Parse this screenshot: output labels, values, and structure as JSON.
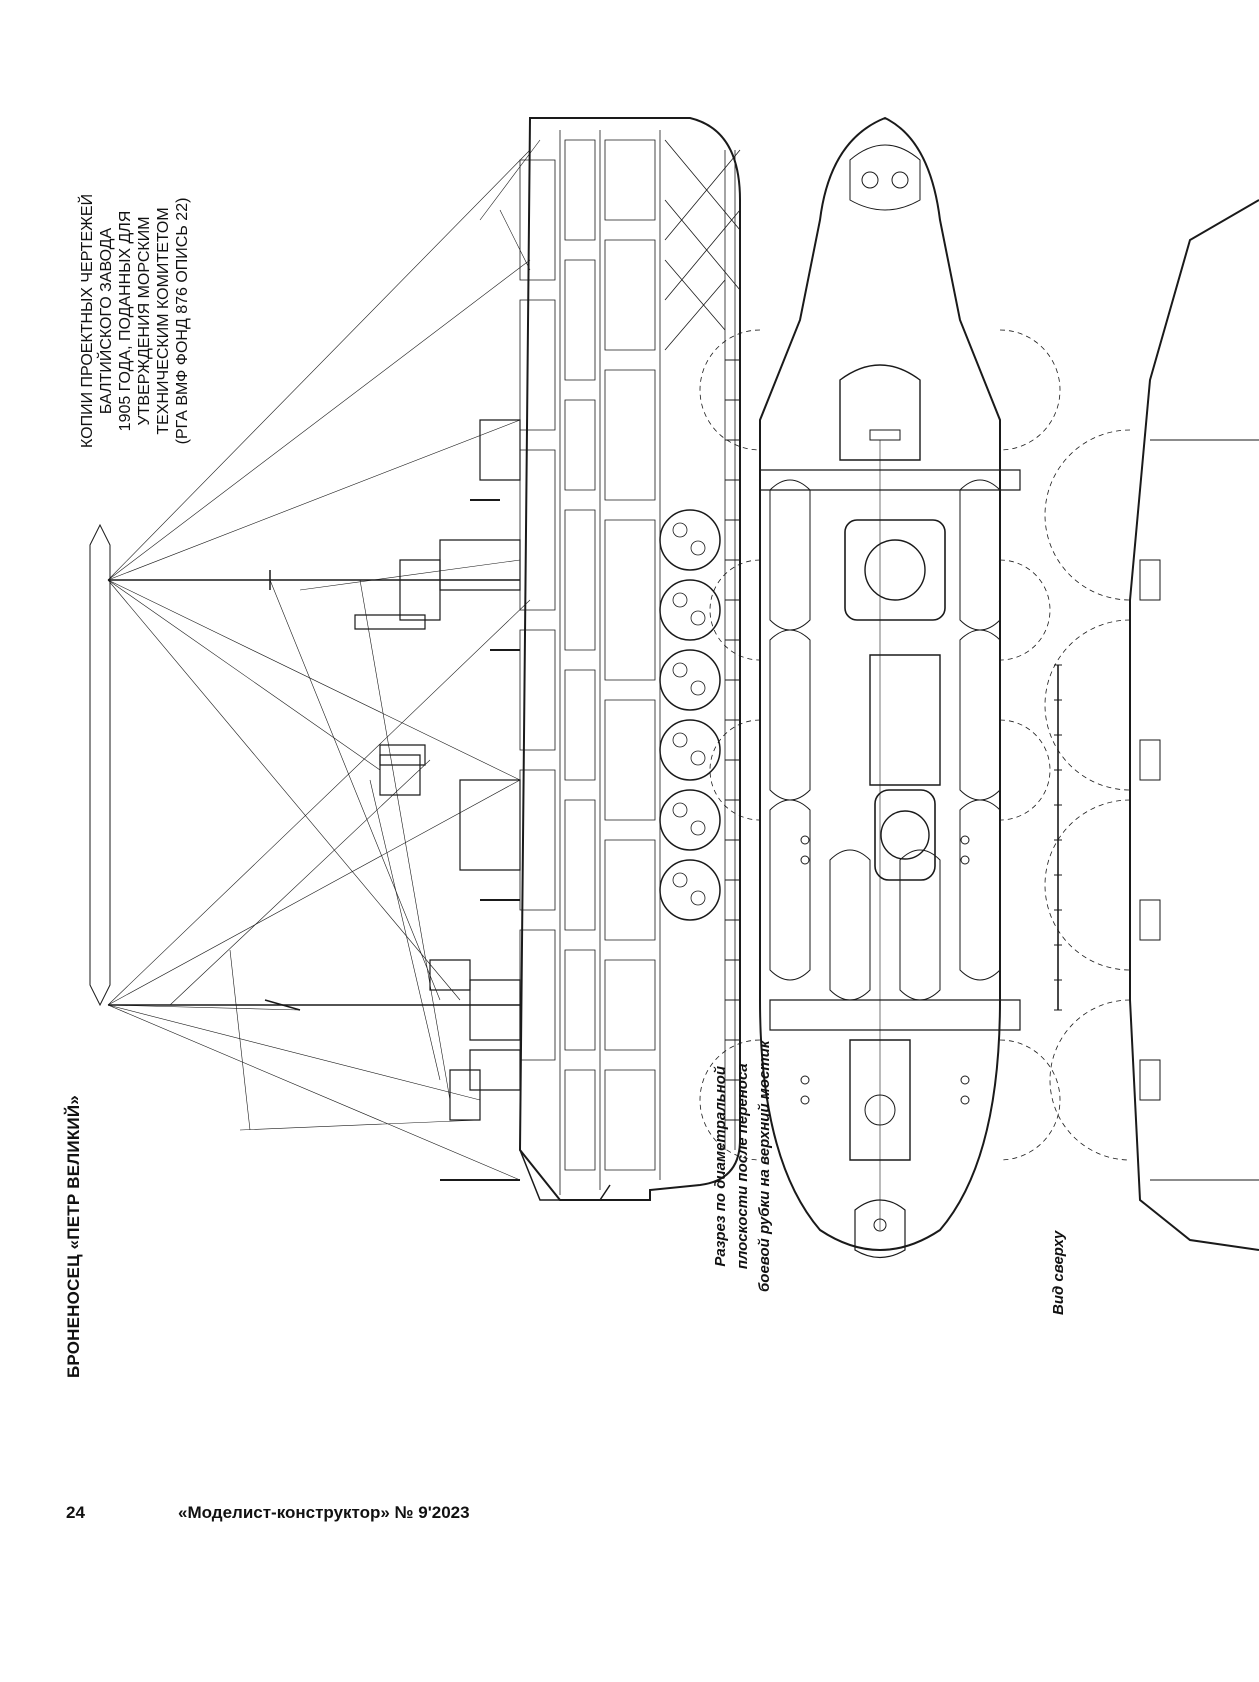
{
  "header": {
    "ship_title": "БРОНЕНОСЕЦ «ПЕТР ВЕЛИКИЙ»",
    "source_note_lines": [
      "КОПИИ ПРОЕКТНЫХ ЧЕРТЕЖЕЙ",
      "БАЛТИЙСКОГО ЗАВОДА",
      "1905 ГОДА, ПОДАННЫХ ДЛЯ",
      "УТВЕРЖДЕНИЯ МОРСКИМ",
      "ТЕХНИЧЕСКИМ КОМИТЕТОМ",
      "(РГА ВМФ ФОНД 876 ОПИСЬ 22)"
    ]
  },
  "figures": {
    "section_caption_lines": [
      "Разрез по диаметральной",
      "плоскости после переноса",
      "боевой рубки на верхний мостик"
    ],
    "top_view_caption": "Вид сверху"
  },
  "footer": {
    "page_number": "24",
    "magazine_issue": "«Моделист-конструктор» № 9'2023"
  }
}
